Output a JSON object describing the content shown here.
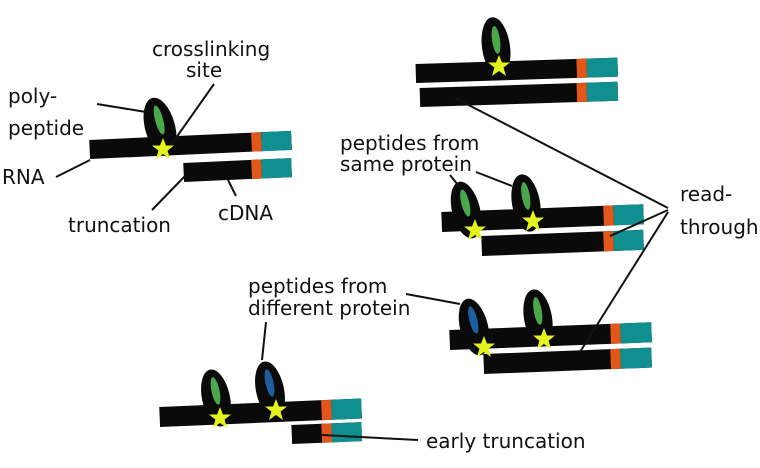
{
  "labels": {
    "crosslinking_site": [
      "crosslinking",
      "site"
    ],
    "polypeptide": [
      "poly-",
      "peptide"
    ],
    "rna": "RNA",
    "truncation": "truncation",
    "cdna": "cDNA",
    "same_protein": [
      "peptides from",
      "same protein"
    ],
    "read_through": [
      "read-",
      "through"
    ],
    "different_protein": [
      "peptides from",
      "different protein"
    ],
    "early_truncation": "early truncation"
  },
  "colors": {
    "strand": "#0a0a0a",
    "adapter_orange": "#e3561a",
    "adapter_teal": "#0f8f8f",
    "star": "#e4f21e",
    "peptide_green": "#4aa84a",
    "peptide_blue": "#1d5f9e",
    "line": "#111111"
  }
}
